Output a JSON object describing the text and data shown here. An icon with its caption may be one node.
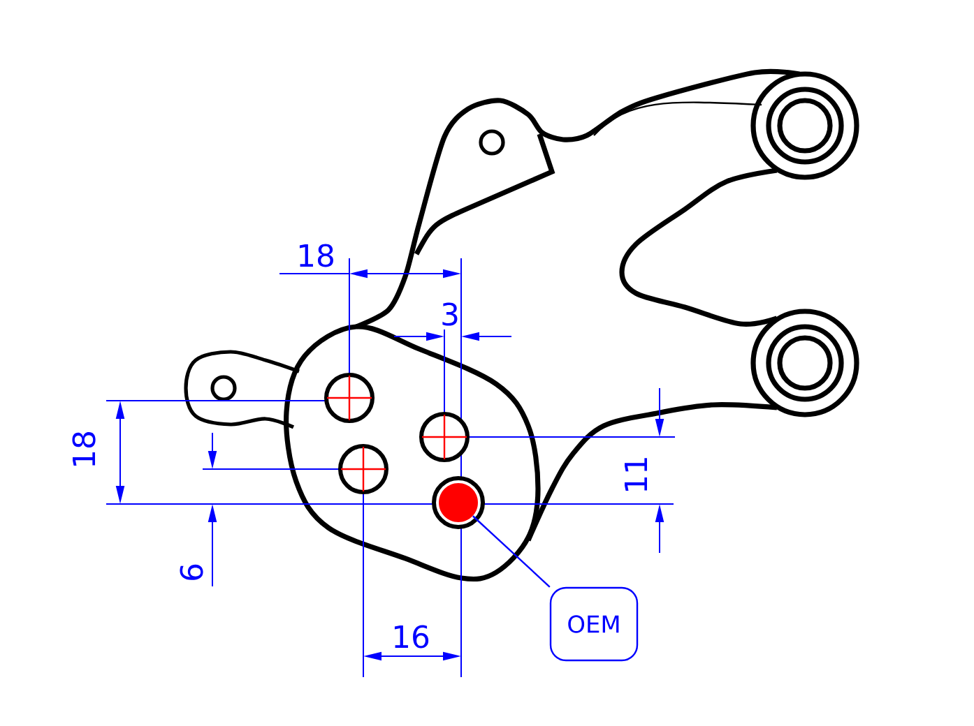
{
  "diagram": {
    "nodes": [
      {
        "text": [],
        "shape": "circle"
      },
      {
        "text": [],
        "shape": "circle"
      },
      {
        "text": [],
        "shape": "circle"
      },
      {
        "text": [],
        "shape": "circle"
      },
      {
        "text": [
          "OEM"
        ]
      }
    ],
    "edges": [
      {
        "from": 4,
        "to": 3,
        "arrow": "none"
      }
    ],
    "labels": [
      "18",
      "3",
      "18",
      "11",
      "6",
      "16"
    ]
  }
}
